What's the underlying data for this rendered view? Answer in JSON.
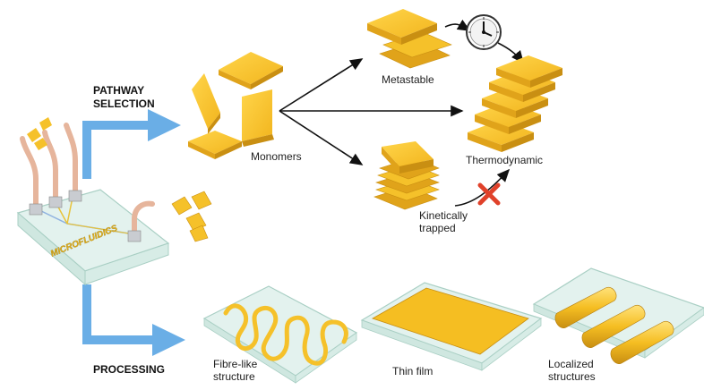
{
  "pathway": {
    "heading_line1": "PATHWAY",
    "heading_line2": "SELECTION",
    "monomers": "Monomers",
    "metastable": "Metastable",
    "thermodynamic": "Thermodynamic",
    "kinetically_line1": "Kinetically",
    "kinetically_line2": "trapped"
  },
  "device": {
    "label": "MICROFLUIDICS"
  },
  "processing": {
    "heading": "PROCESSING",
    "fibre_line1": "Fibre-like",
    "fibre_line2": "structure",
    "thin_film": "Thin film",
    "localized_line1": "Localized",
    "localized_line2": "structures"
  },
  "colors": {
    "gold": "#F5C12A",
    "gold_dark": "#C98F12",
    "gold_side": "#E0A31A",
    "arrow_blue": "#6AAEE6",
    "glass": "#E3F2EE",
    "glass_edge": "#A9CFC4",
    "tube": "#E6B59C",
    "cross": "#E0412A"
  },
  "icons": [
    "clock-icon",
    "cross-icon"
  ]
}
